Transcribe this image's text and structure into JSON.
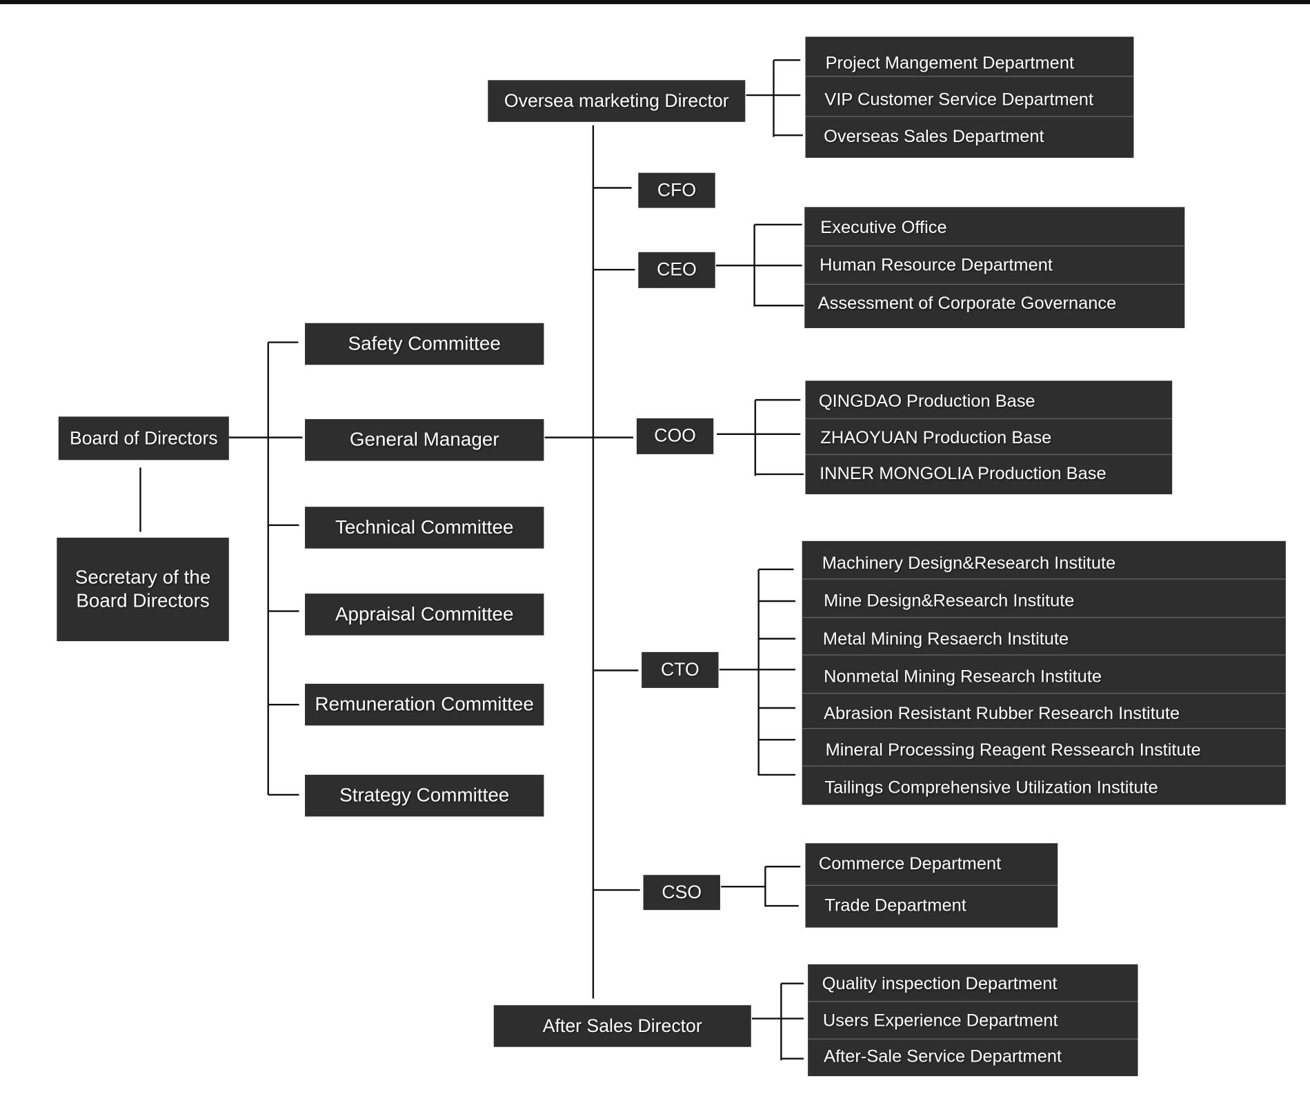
{
  "board": "Board of Directors",
  "secretary": {
    "line1": "Secretary of the",
    "line2": "Board Directors"
  },
  "general_manager": "General Manager",
  "committees": [
    "Safety Committee",
    "Technical Committee",
    "Appraisal Committee",
    "Remuneration Committee",
    "Strategy Committee"
  ],
  "oversea_director": "Oversea marketing Director",
  "oversea_departments": [
    "Project Mangement Department",
    "VIP Customer Service Department",
    "Overseas Sales Department"
  ],
  "cfo": "CFO",
  "ceo": "CEO",
  "ceo_departments": [
    "Executive Office",
    "Human Resource Department",
    "Assessment of Corporate Governance"
  ],
  "coo": "COO",
  "coo_departments": [
    "QINGDAO Production Base",
    "ZHAOYUAN Production Base",
    "INNER MONGOLIA Production Base"
  ],
  "cto": "CTO",
  "cto_departments": [
    "Machinery Design&Research Institute",
    "Mine Design&Research Institute",
    "Metal Mining Resaerch Institute",
    "Nonmetal Mining Research Institute",
    "Abrasion Resistant Rubber Research Institute",
    "Mineral Processing Reagent Ressearch Institute",
    "Tailings Comprehensive Utilization Institute"
  ],
  "cso": "CSO",
  "cso_departments": [
    "Commerce Department",
    "Trade Department"
  ],
  "after_sales_director": "After Sales Director",
  "after_sales_departments": [
    "Quality inspection Department",
    "Users Experience Department",
    "After-Sale Service Department"
  ]
}
